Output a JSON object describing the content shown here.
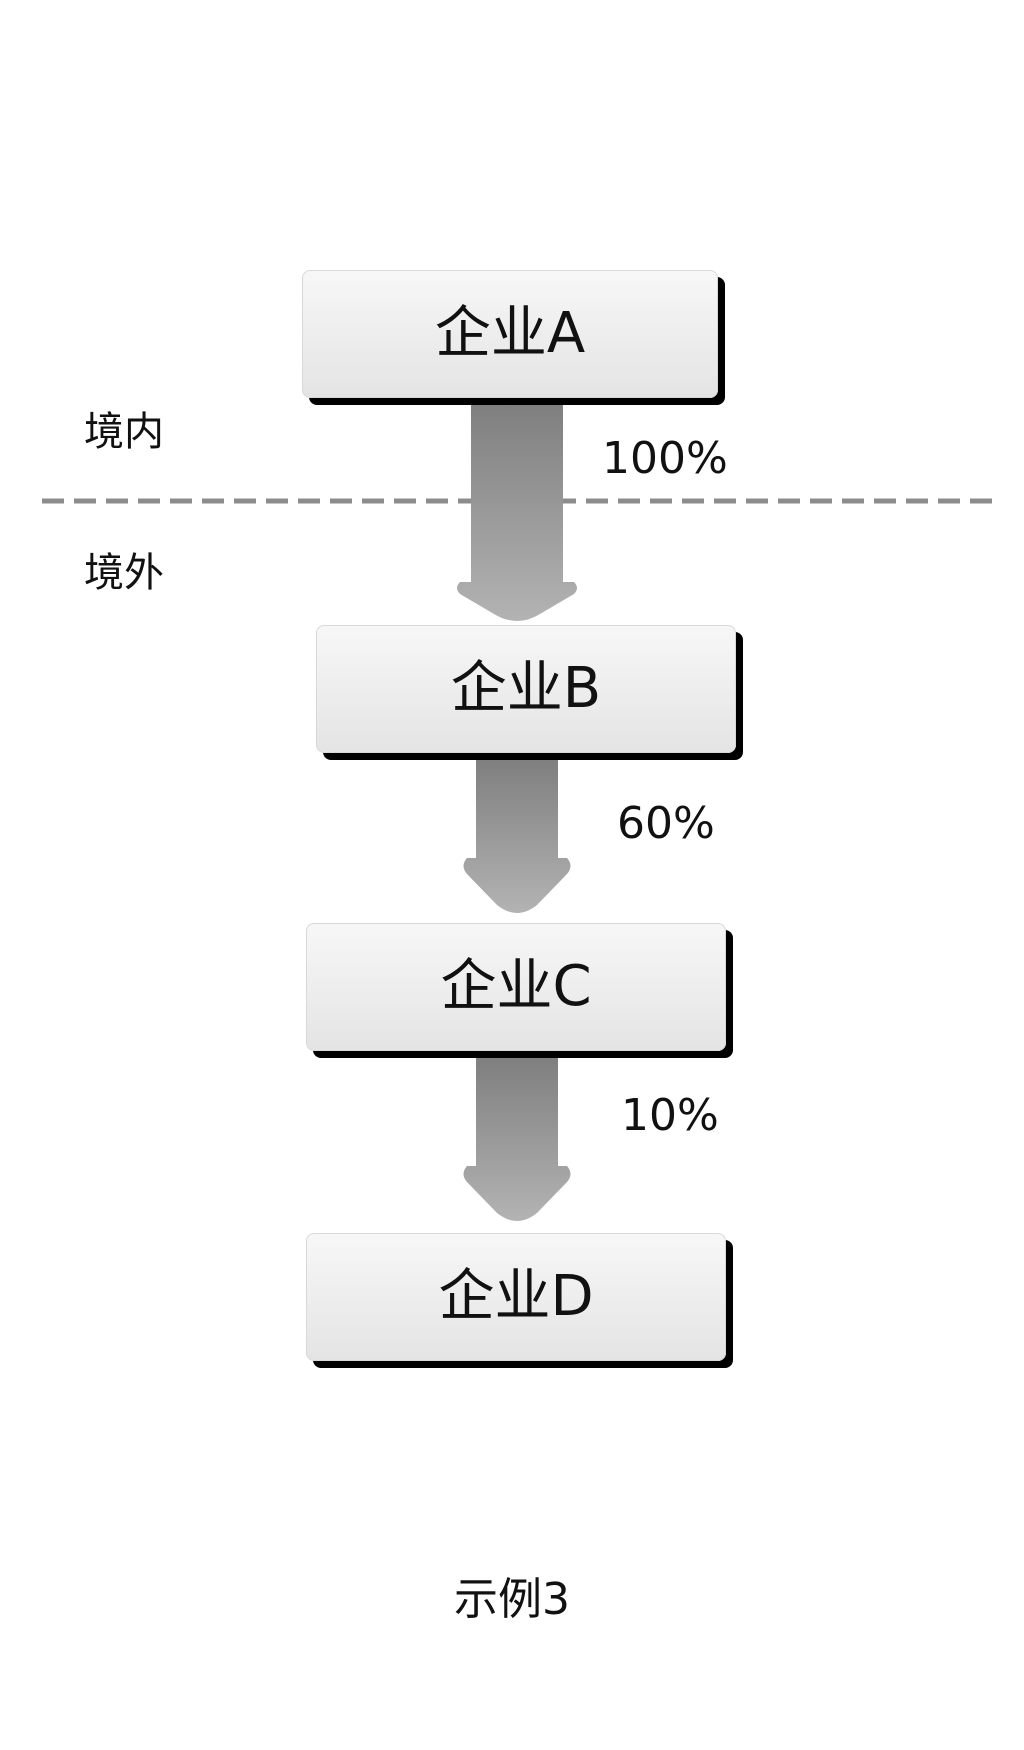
{
  "region_labels": {
    "domestic": "境内",
    "overseas": "境外"
  },
  "entities": [
    {
      "label": "企业A"
    },
    {
      "label": "企业B"
    },
    {
      "label": "企业C"
    },
    {
      "label": "企业D"
    }
  ],
  "links": [
    {
      "from": "企业A",
      "to": "企业B",
      "percent": "100%"
    },
    {
      "from": "企业B",
      "to": "企业C",
      "percent": "60%"
    },
    {
      "from": "企业C",
      "to": "企业D",
      "percent": "10%"
    }
  ],
  "caption": "示例3",
  "colors": {
    "box_fill": "#ececec",
    "box_shadow": "#000000",
    "arrow_dark": "#7f7f7f",
    "arrow_light": "#b3b3b3",
    "divider": "#8c8c8c"
  }
}
